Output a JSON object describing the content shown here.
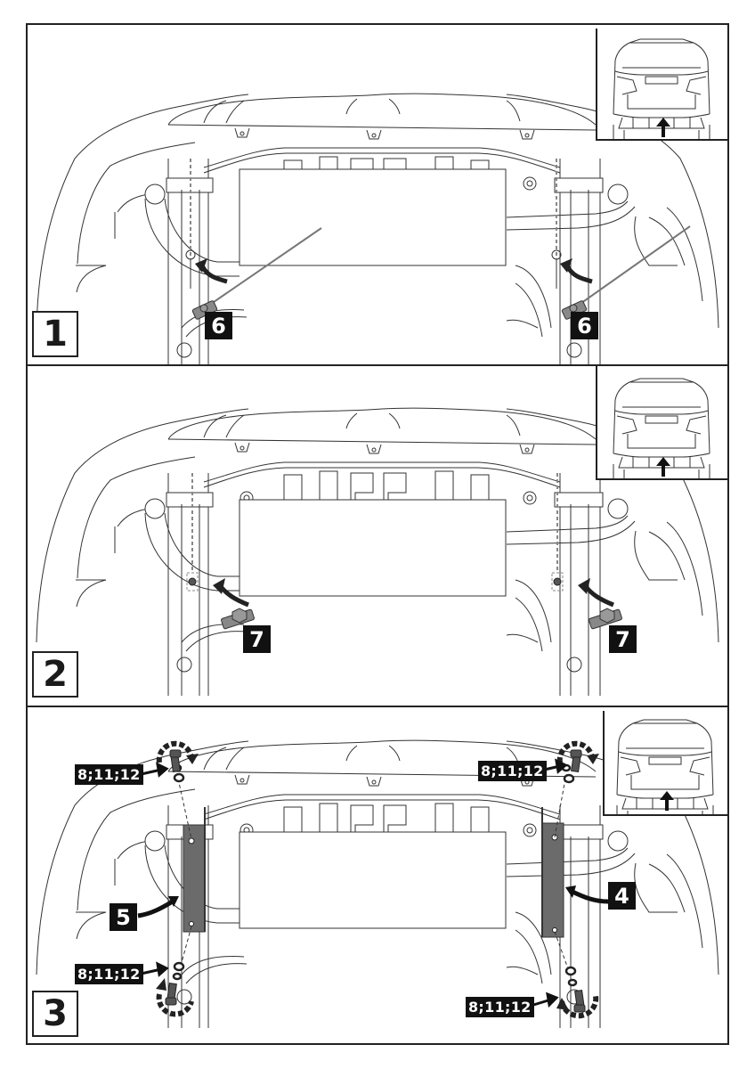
{
  "document": {
    "type": "installation-instructions",
    "steps": [
      {
        "number": "1",
        "view": "rear-underside",
        "inset_icon": "car-rear-view-arrow-icon",
        "part_labels": [
          "6",
          "6"
        ]
      },
      {
        "number": "2",
        "view": "rear-underside",
        "inset_icon": "car-rear-view-arrow-icon",
        "part_labels": [
          "7",
          "7"
        ]
      },
      {
        "number": "3",
        "view": "rear-underside",
        "inset_icon": "car-rear-view-arrow-icon",
        "part_labels": [
          "5",
          "4"
        ],
        "fastener_labels": [
          "8;11;12",
          "8;11;12",
          "8;11;12",
          "8;11;12"
        ]
      }
    ]
  },
  "colors": {
    "line": "#222222",
    "label_bg": "#111111",
    "label_text": "#ffffff",
    "part_gray": "#6b6b6b"
  }
}
